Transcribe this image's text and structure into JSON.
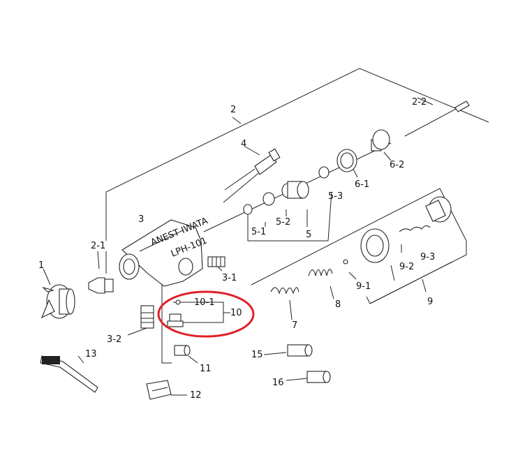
{
  "brand": "ANEST IWATA",
  "model": "LPH-101",
  "labels": {
    "l1": "1",
    "l2": "2",
    "l2_1": "2-1",
    "l2_2": "2-2",
    "l3": "3",
    "l3_1": "3-1",
    "l3_2": "3-2",
    "l4": "4",
    "l5": "5",
    "l5_1": "5-1",
    "l5_2": "5-2",
    "l5_3": "5-3",
    "l6_1": "6-1",
    "l6_2": "6-2",
    "l7": "7",
    "l8": "8",
    "l9": "9",
    "l9_1": "9-1",
    "l9_2": "9-2",
    "l9_3": "9-3",
    "l10": "10",
    "l10_1": "10-1",
    "l11": "11",
    "l12": "12",
    "l13": "13",
    "l15": "15",
    "l16": "16"
  },
  "highlight": {
    "color": "#e0202a",
    "target": "10"
  }
}
